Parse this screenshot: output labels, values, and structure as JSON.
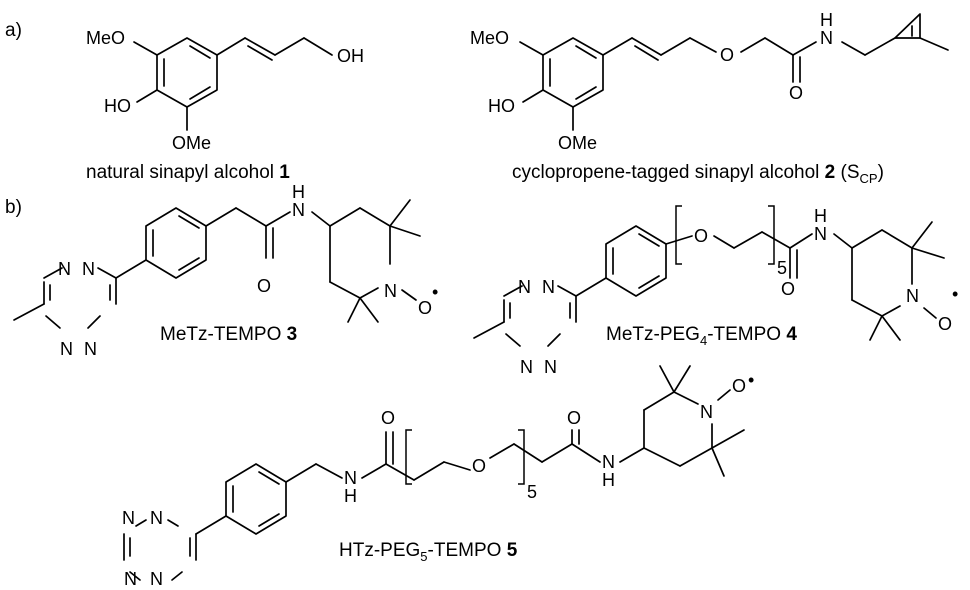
{
  "panels": {
    "a": "a)",
    "b": "b)"
  },
  "compounds": [
    {
      "name": "natural sinapyl alcohol",
      "number": "1"
    },
    {
      "name": "cyclopropene-tagged sinapyl alcohol",
      "number": "2",
      "suffix_open": "(S",
      "suffix_sub": "CP",
      "suffix_close": ")"
    },
    {
      "name": "MeTz-TEMPO",
      "number": "3"
    },
    {
      "name_pre": "MeTz-PEG",
      "name_sub": "4",
      "name_post": "-TEMPO",
      "number": "4"
    },
    {
      "name_pre": "HTz-PEG",
      "name_sub": "5",
      "name_post": "-TEMPO",
      "number": "5"
    }
  ],
  "atoms": {
    "MeO": "MeO",
    "OMe": "OMe",
    "HO": "HO",
    "OH": "OH",
    "O": "O",
    "N": "N",
    "H": "H",
    "Odot": "O",
    "radical": "•",
    "repeat": "5"
  }
}
